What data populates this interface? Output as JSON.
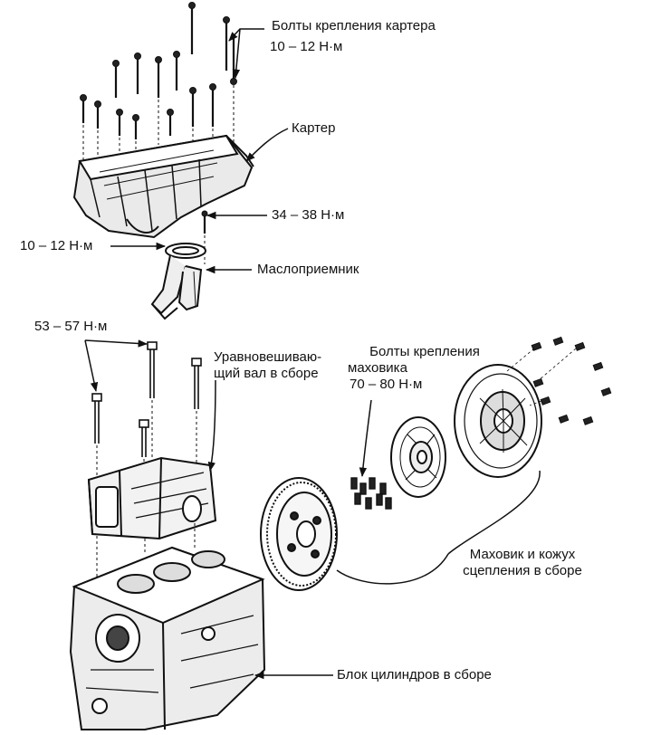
{
  "labels": {
    "pan_bolts": {
      "line1": "Болты крепления картера",
      "line2": "10 – 12 Н·м"
    },
    "oil_pan": "Картер",
    "strainer_bolt_torque": "34 – 38 Н·м",
    "strainer_flange_torque": "10 – 12 Н·м",
    "oil_strainer": "Маслоприемник",
    "balancer_bolts_torque": "53 – 57 Н·м",
    "balancer_shaft": {
      "line1": "Уравновешиваю-",
      "line2": "щий вал в сборе"
    },
    "flywheel_bolts": {
      "line1": "Болты крепления",
      "line2": "маховика",
      "line3": "70 – 80 Н·м"
    },
    "flywheel_clutch": {
      "line1": "Маховик и кожух",
      "line2": "сцепления в сборе"
    },
    "cylinder_block": "Блок цилиндров в сборе"
  }
}
